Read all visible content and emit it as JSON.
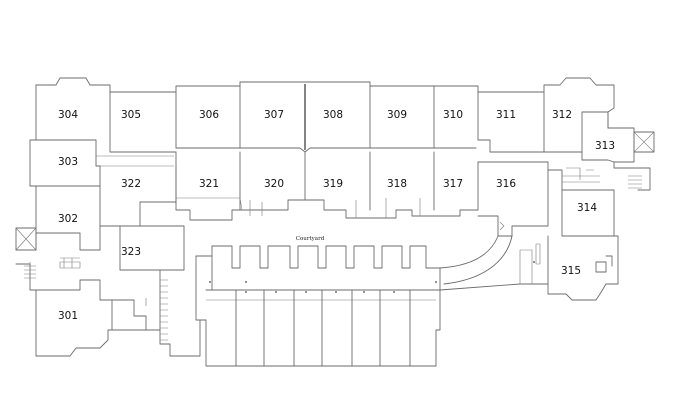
{
  "plan": {
    "courtyard_label": "Courtyard",
    "rooms": [
      {
        "id": "301",
        "label": "301"
      },
      {
        "id": "302",
        "label": "302"
      },
      {
        "id": "303",
        "label": "303"
      },
      {
        "id": "304",
        "label": "304"
      },
      {
        "id": "305",
        "label": "305"
      },
      {
        "id": "306",
        "label": "306"
      },
      {
        "id": "307",
        "label": "307"
      },
      {
        "id": "308",
        "label": "308"
      },
      {
        "id": "309",
        "label": "309"
      },
      {
        "id": "310",
        "label": "310"
      },
      {
        "id": "311",
        "label": "311"
      },
      {
        "id": "312",
        "label": "312"
      },
      {
        "id": "313",
        "label": "313"
      },
      {
        "id": "314",
        "label": "314"
      },
      {
        "id": "315",
        "label": "315"
      },
      {
        "id": "316",
        "label": "316"
      },
      {
        "id": "317",
        "label": "317"
      },
      {
        "id": "318",
        "label": "318"
      },
      {
        "id": "319",
        "label": "319"
      },
      {
        "id": "320",
        "label": "320"
      },
      {
        "id": "321",
        "label": "321"
      },
      {
        "id": "322",
        "label": "322"
      },
      {
        "id": "323",
        "label": "323"
      }
    ]
  }
}
